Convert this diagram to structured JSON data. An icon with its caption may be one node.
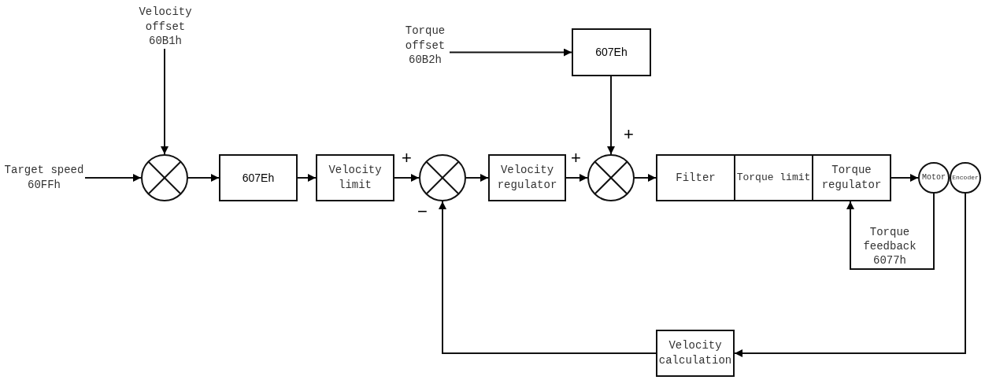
{
  "diagram": {
    "nodes": [
      {
        "text": [
          "Velocity offset 60B1h"
        ]
      },
      {
        "text": [
          "Target speed 60FFh"
        ]
      },
      {
        "text": [],
        "shape": "circle"
      },
      {
        "text": [
          "607Eh"
        ]
      },
      {
        "text": [
          "Velocity limit"
        ]
      },
      {
        "text": [],
        "shape": "circle"
      },
      {
        "text": [
          "Velocity regulator"
        ]
      },
      {
        "text": [
          "Torque offset 60B2h"
        ]
      },
      {
        "text": [
          "607Eh"
        ]
      },
      {
        "text": [],
        "shape": "circle"
      },
      {
        "text": [
          "Filter"
        ]
      },
      {
        "text": [
          "Torque limit"
        ]
      },
      {
        "text": [
          "Torque regulator"
        ]
      },
      {
        "text": [
          "Motor"
        ]
      },
      {
        "text": [
          "Encoder"
        ]
      },
      {
        "text": [
          "Velocity calculation"
        ]
      }
    ],
    "edges": [
      {
        "from": 0,
        "to": 2,
        "arrow": "to"
      },
      {
        "from": 1,
        "to": 2,
        "arrow": "to"
      },
      {
        "from": 2,
        "to": 3,
        "arrow": "to"
      },
      {
        "from": 3,
        "to": 4,
        "arrow": "to"
      },
      {
        "from": 4,
        "to": 5,
        "arrow": "to"
      },
      {
        "from": 5,
        "to": 6,
        "arrow": "to"
      },
      {
        "from": 6,
        "to": 9,
        "arrow": "to"
      },
      {
        "from": 7,
        "to": 8,
        "arrow": "to"
      },
      {
        "from": 8,
        "to": 9,
        "arrow": "to"
      },
      {
        "from": 9,
        "to": 10,
        "arrow": "to"
      },
      {
        "from": 12,
        "to": 13,
        "arrow": "to"
      },
      {
        "from": 13,
        "to": 12,
        "arrow": "to",
        "label": "Torque feedback 6077h"
      },
      {
        "from": 14,
        "to": 15,
        "arrow": "to"
      },
      {
        "from": 15,
        "to": 5,
        "arrow": "to"
      }
    ],
    "labels": [
      "+",
      "+",
      "+",
      "−"
    ]
  }
}
